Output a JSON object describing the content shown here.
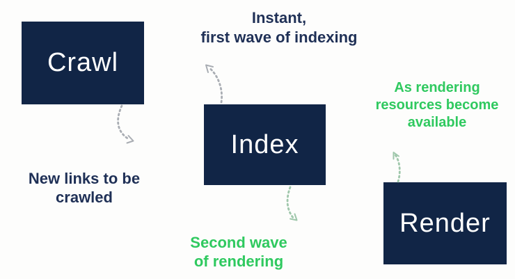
{
  "title": "Crawl, index and render flow diagram",
  "colors": {
    "background": "#fdfdfc",
    "navy": "#112546",
    "text_navy": "#1f3056",
    "green": "#2fc95f",
    "arrow_gray": "#a9adb3",
    "arrow_green": "#9fc7ab"
  },
  "boxes": {
    "crawl": {
      "label": "Crawl"
    },
    "index": {
      "label": "Index"
    },
    "render": {
      "label": "Render"
    }
  },
  "annotations": {
    "instant": {
      "text": "Instant,\nfirst wave of indexing",
      "color": "navy"
    },
    "as_rendering": {
      "text": "As rendering\nresources become\navailable",
      "color": "green"
    },
    "new_links": {
      "text": "New links to be\ncrawled",
      "color": "navy"
    },
    "second_wave": {
      "text": "Second wave\nof rendering",
      "color": "green"
    }
  },
  "arrows": [
    {
      "name": "arrow-crawl-down",
      "style": "dashed-curved-arrow",
      "color": "gray",
      "direction": "down-right",
      "from": "crawl-box-bottom",
      "toward": "new-links-note"
    },
    {
      "name": "arrow-index-up",
      "style": "dashed-curved-arrow",
      "color": "gray",
      "direction": "up-left",
      "from": "index-box-top",
      "toward": "instant-note"
    },
    {
      "name": "arrow-index-down",
      "style": "dashed-curved-arrow",
      "color": "green",
      "direction": "down-right",
      "from": "index-box-bottom",
      "toward": "second-wave-note"
    },
    {
      "name": "arrow-render-up",
      "style": "dashed-curved-arrow",
      "color": "green",
      "direction": "up-left",
      "from": "render-box-top",
      "toward": "as-rendering-note"
    }
  ]
}
